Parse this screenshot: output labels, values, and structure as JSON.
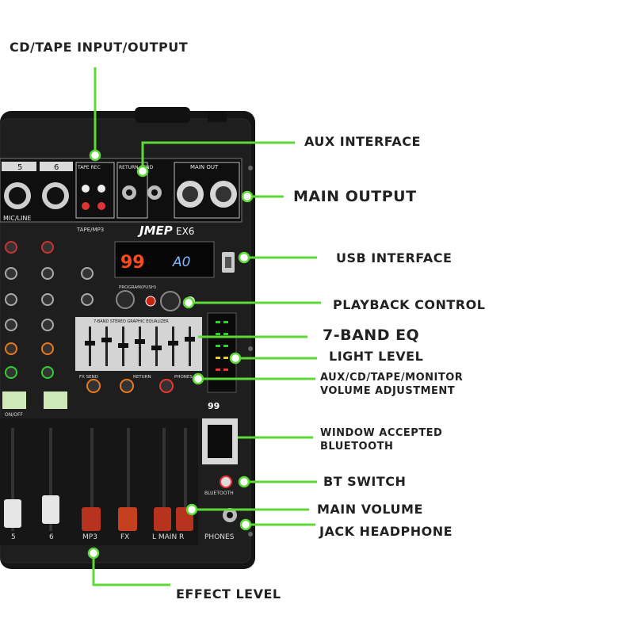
{
  "callouts": {
    "cd_tape": "CD/TAPE INPUT/OUTPUT",
    "aux_interface": "AUX INTERFACE",
    "main_output": "MAIN OUTPUT",
    "usb_interface": "USB INTERFACE",
    "playback_control": "PLAYBACK CONTROL",
    "eq7": "7-BAND EQ",
    "light_level": "LIGHT LEVEL",
    "aux_volume_line1": "AUX/CD/TAPE/MONITOR",
    "aux_volume_line2": "VOLUME ADJUSTMENT",
    "window_bt_line1": "WINDOW ACCEPTED",
    "window_bt_line2": "BLUETOOTH",
    "bt_switch": "BT SWITCH",
    "main_volume": "MAIN VOLUME",
    "jack_headphone": "JACK HEADPHONE",
    "effect_level": "EFFECT LEVEL"
  },
  "mixer": {
    "brand": "JMEP",
    "model": "EX6",
    "display_left": "99",
    "display_right": "A0",
    "eq_title": "7-BAND STEREO GRAPHIC EQUALIZER",
    "channels": [
      "5",
      "6"
    ],
    "on_off": "ON/OFF",
    "mic_line": "MIC/LINE",
    "tape_rec": "TAPE   REC",
    "return_send": "RETURN   SEND",
    "main_out": "MAIN OUT",
    "tape_mp3": "TAPE/MP3",
    "program_fx": "PROGRAM(PUSH)",
    "return": "RETURN",
    "phones": "PHONES",
    "fx_send": "FX SEND",
    "bluetooth": "BLUETOOTH",
    "dsp": "99",
    "fader_labels": [
      "5",
      "6",
      "MP3",
      "FX",
      "L MAIN R",
      "PHONES"
    ]
  },
  "colors": {
    "callout_line": "#5cd936",
    "device_body": "#141414",
    "led_display": "#ff4a1a",
    "lcd_display": "#7fb8ff"
  }
}
